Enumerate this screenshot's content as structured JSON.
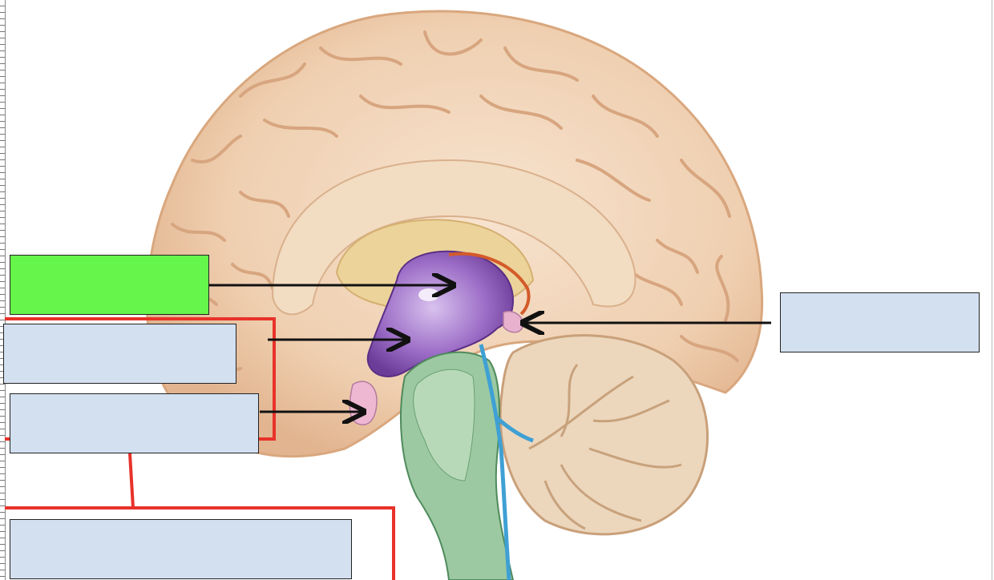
{
  "diagram": {
    "subject": "brain-midsagittal-section",
    "labels": [
      {
        "id": "lateral-ventricle-label",
        "text": "",
        "state": "highlighted"
      },
      {
        "id": "third-ventricle-label",
        "text": "",
        "state": "empty"
      },
      {
        "id": "pituitary-label",
        "text": "",
        "state": "empty"
      },
      {
        "id": "pineal-label",
        "text": "",
        "state": "empty"
      },
      {
        "id": "bottom-group-label",
        "text": "",
        "state": "empty"
      }
    ],
    "colors": {
      "highlight": "#66f54a",
      "box_fill": "#d3e0f0",
      "bracket": "#e8322a",
      "arrow": "#111111"
    }
  }
}
